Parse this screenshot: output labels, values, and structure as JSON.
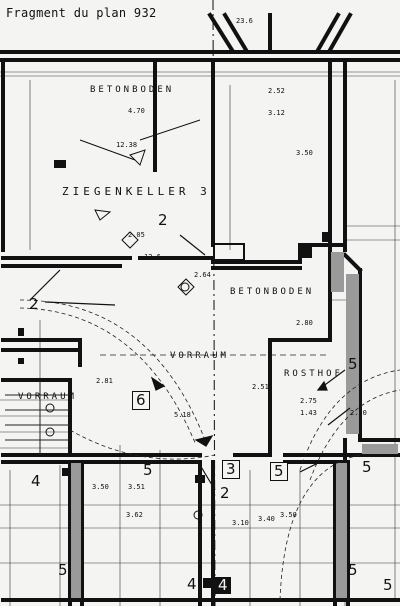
{
  "caption": "Fragment du plan 932",
  "zones": [
    {
      "label": "2",
      "style": "plain"
    },
    {
      "label": "2",
      "style": "plain"
    },
    {
      "label": "6",
      "style": "boxed"
    },
    {
      "label": "5",
      "style": "plain"
    },
    {
      "label": "3",
      "style": "boxed"
    },
    {
      "label": "2",
      "style": "plain"
    },
    {
      "label": "5",
      "style": "boxed"
    },
    {
      "label": "4",
      "style": "plain"
    },
    {
      "label": "5",
      "style": "plain"
    },
    {
      "label": "5",
      "style": "plain"
    },
    {
      "label": "4",
      "style": "plain"
    },
    {
      "label": "4",
      "style": "filled"
    },
    {
      "label": "5",
      "style": "plain"
    },
    {
      "label": "5",
      "style": "plain"
    },
    {
      "label": "5",
      "style": "plain"
    }
  ],
  "room_labels": [
    "BETONBODEN",
    "ZIEGENKELLER 3",
    "BETONBODEN",
    "VORRAUM",
    "ROSTHOF",
    "VORRAUM"
  ],
  "dimensions": [
    "23.6",
    "2.52",
    "3.12",
    "4.70",
    "12.38",
    "3.50",
    "2.05",
    "2.64",
    "12.6",
    "2.81",
    "5.18",
    "2.51",
    "2.75",
    "3.50",
    "3.51",
    "3.62",
    "3.10",
    "3.40",
    "3.50",
    "1.43",
    "2.80",
    "2.20"
  ]
}
